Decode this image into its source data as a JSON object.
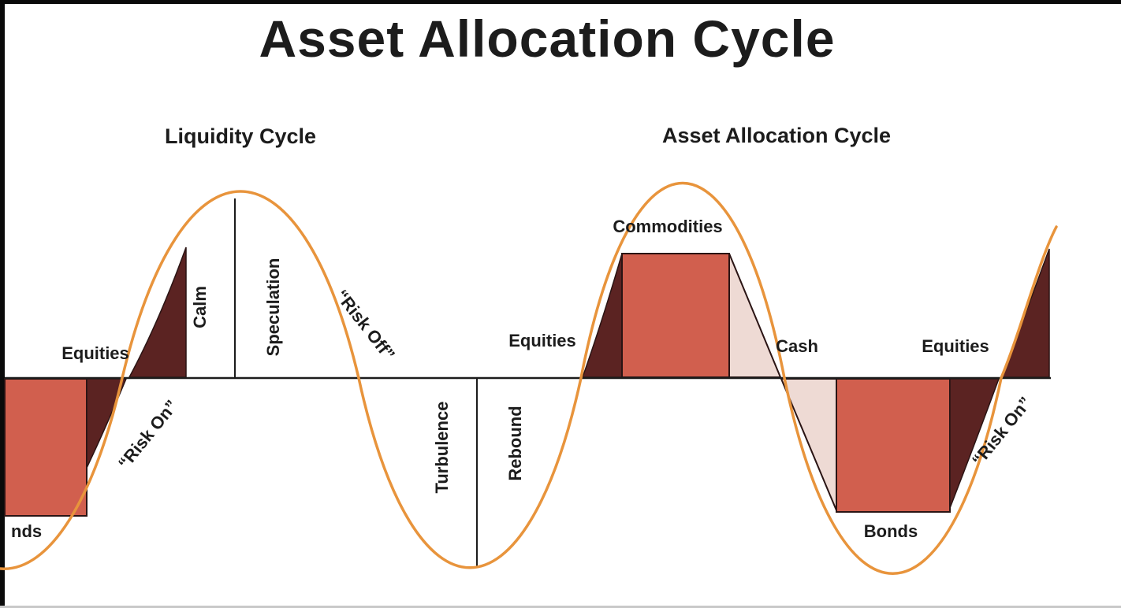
{
  "title": "Asset Allocation Cycle",
  "sections": {
    "left": {
      "heading": "Liquidity Cycle"
    },
    "right": {
      "heading": "Asset Allocation Cycle"
    }
  },
  "labels": {
    "equities_left": "Equities",
    "calm": "Calm",
    "speculation": "Speculation",
    "risk_on_left": "“Risk On”",
    "risk_off": "“Risk Off”",
    "turbulence": "Turbulence",
    "rebound": "Rebound",
    "equities_mid": "Equities",
    "commodities": "Commodities",
    "cash": "Cash",
    "bonds": "Bonds",
    "bonds_cutoff": "nds",
    "equities_right": "Equities",
    "risk_on_right": "“Risk On”"
  },
  "colors": {
    "wave": "#e8943c",
    "asset-block": "#d15f4e",
    "dark-wedge": "#5b2322",
    "light-wedge": "#eedad4",
    "ink": "#1c1c1c",
    "outline": "#2a1414",
    "background": "#ffffff",
    "frame": "#0a0a0a",
    "frame-light": "#c9c9c9"
  }
}
